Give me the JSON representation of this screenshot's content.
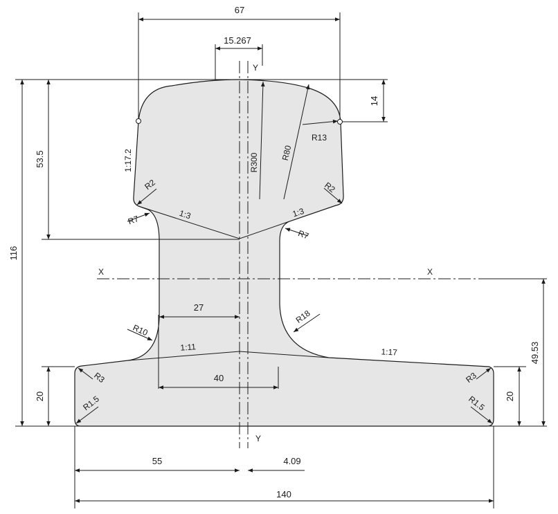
{
  "dimensions": {
    "head_width": "67",
    "head_offset": "15.267",
    "head_height": "14",
    "head_depth": "53.5",
    "total_height": "116",
    "neutral_axis_height": "49.53",
    "web_width": "27",
    "foot_flange_width": "40",
    "foot_left": "55",
    "foot_offset": "4.09",
    "foot_width": "140",
    "foot_height_left": "20",
    "foot_height_right": "20"
  },
  "radii": {
    "r300": "R300",
    "r80": "R80",
    "r13": "R13",
    "r2_left": "R2",
    "r2_right": "R2",
    "r7_left": "R7",
    "r7_right": "R7",
    "r10": "R10",
    "r18": "R18",
    "r3_left": "R3",
    "r3_right": "R3",
    "r1_5_left": "R1.5",
    "r1_5_right": "R1.5"
  },
  "slopes": {
    "head_side": "1:17.2",
    "head_under_left": "1:3",
    "head_under_right": "1:3",
    "foot_left": "1:11",
    "foot_right": "1:17"
  },
  "axes": {
    "y_top": "Y",
    "y_bottom": "Y",
    "x_left": "X",
    "x_right": "X"
  },
  "colors": {
    "section_fill": "#e6e6e6",
    "line": "#1a1a1a"
  }
}
